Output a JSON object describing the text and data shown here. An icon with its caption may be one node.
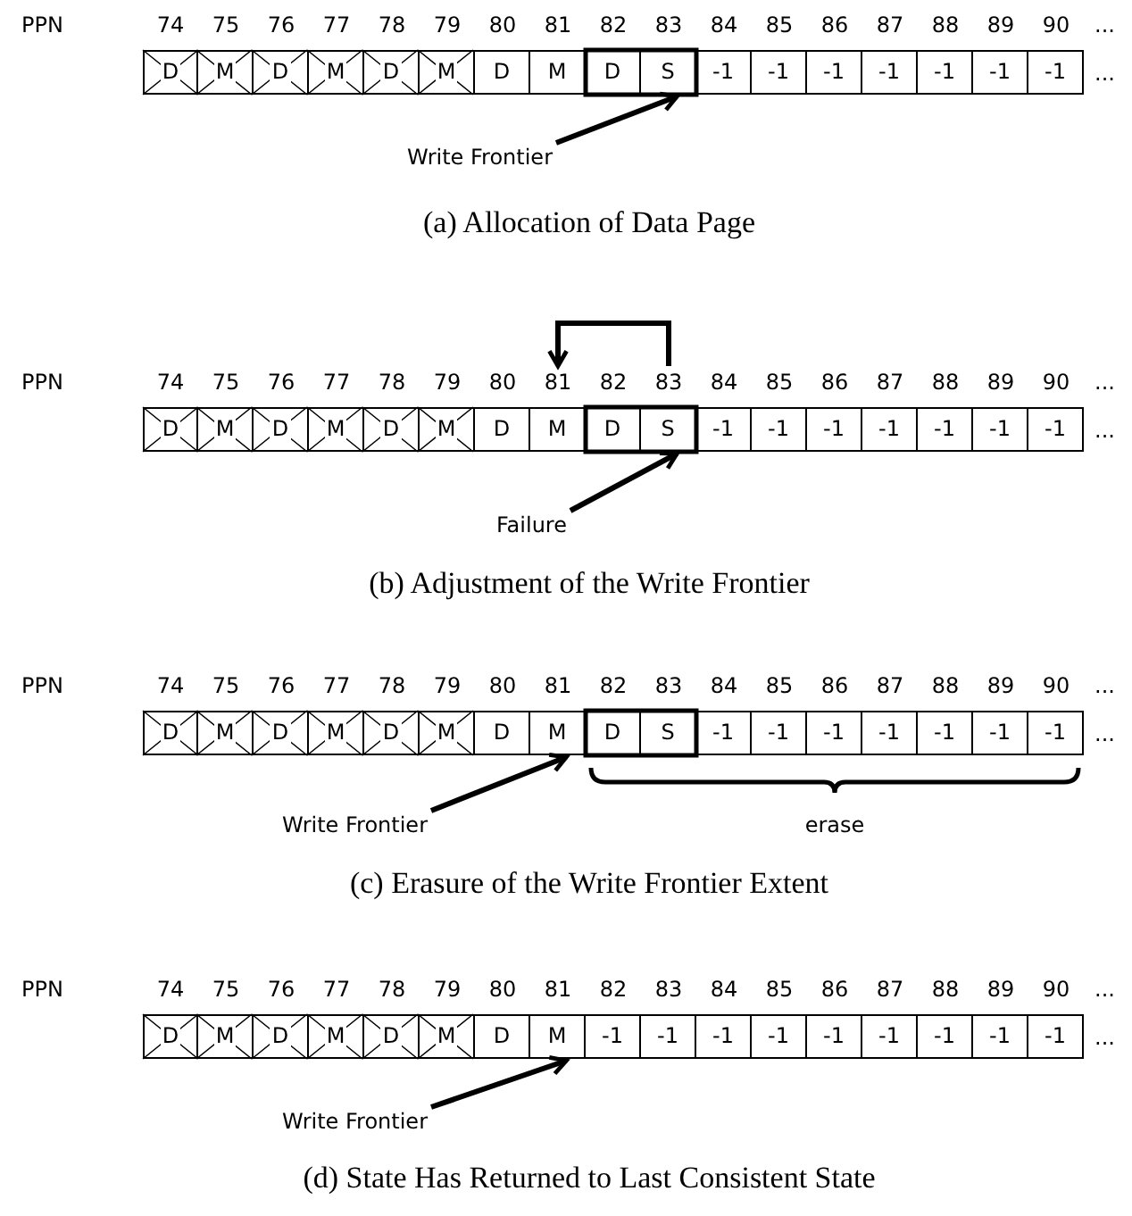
{
  "diagram": {
    "nodes": [
      {
        "text": [
          "74",
          "D"
        ]
      },
      {
        "text": [
          "75",
          "M"
        ]
      },
      {
        "text": [
          "76",
          "D"
        ]
      },
      {
        "text": [
          "77",
          "M"
        ]
      },
      {
        "text": [
          "78",
          "D"
        ]
      },
      {
        "text": [
          "79",
          "M"
        ]
      },
      {
        "text": [
          "80",
          "D"
        ]
      },
      {
        "text": [
          "81",
          "M"
        ]
      },
      {
        "text": [
          "82",
          "D"
        ]
      },
      {
        "text": [
          "83",
          "S"
        ]
      },
      {
        "text": [
          "84",
          "-1"
        ]
      },
      {
        "text": [
          "85",
          "-1"
        ]
      },
      {
        "text": [
          "86",
          "-1"
        ]
      },
      {
        "text": [
          "87",
          "-1"
        ]
      },
      {
        "text": [
          "88",
          "-1"
        ]
      },
      {
        "text": [
          "89",
          "-1"
        ]
      },
      {
        "text": [
          "90",
          "-1"
        ]
      },
      {
        "text": [
          "Write Frontier"
        ]
      },
      {
        "text": [
          "74",
          "D"
        ]
      },
      {
        "text": [
          "75",
          "M"
        ]
      },
      {
        "text": [
          "76",
          "D"
        ]
      },
      {
        "text": [
          "77",
          "M"
        ]
      },
      {
        "text": [
          "78",
          "D"
        ]
      },
      {
        "text": [
          "79",
          "M"
        ]
      },
      {
        "text": [
          "80",
          "D"
        ]
      },
      {
        "text": [
          "81",
          "M"
        ]
      },
      {
        "text": [
          "82",
          "D"
        ]
      },
      {
        "text": [
          "83",
          "S"
        ]
      },
      {
        "text": [
          "84",
          "-1"
        ]
      },
      {
        "text": [
          "85",
          "-1"
        ]
      },
      {
        "text": [
          "86",
          "-1"
        ]
      },
      {
        "text": [
          "87",
          "-1"
        ]
      },
      {
        "text": [
          "88",
          "-1"
        ]
      },
      {
        "text": [
          "89",
          "-1"
        ]
      },
      {
        "text": [
          "90",
          "-1"
        ]
      },
      {
        "text": [
          "Failure"
        ]
      },
      {
        "text": [
          "74",
          "D"
        ]
      },
      {
        "text": [
          "75",
          "M"
        ]
      },
      {
        "text": [
          "76",
          "D"
        ]
      },
      {
        "text": [
          "77",
          "M"
        ]
      },
      {
        "text": [
          "78",
          "D"
        ]
      },
      {
        "text": [
          "79",
          "M"
        ]
      },
      {
        "text": [
          "80",
          "D"
        ]
      },
      {
        "text": [
          "81",
          "M"
        ]
      },
      {
        "text": [
          "82",
          "D"
        ]
      },
      {
        "text": [
          "83",
          "S"
        ]
      },
      {
        "text": [
          "84",
          "-1"
        ]
      },
      {
        "text": [
          "85",
          "-1"
        ]
      },
      {
        "text": [
          "86",
          "-1"
        ]
      },
      {
        "text": [
          "87",
          "-1"
        ]
      },
      {
        "text": [
          "88",
          "-1"
        ]
      },
      {
        "text": [
          "89",
          "-1"
        ]
      },
      {
        "text": [
          "90",
          "-1"
        ]
      },
      {
        "text": [
          "Write Frontier"
        ]
      },
      {
        "text": [
          "74",
          "D"
        ]
      },
      {
        "text": [
          "75",
          "M"
        ]
      },
      {
        "text": [
          "76",
          "D"
        ]
      },
      {
        "text": [
          "77",
          "M"
        ]
      },
      {
        "text": [
          "78",
          "D"
        ]
      },
      {
        "text": [
          "79",
          "M"
        ]
      },
      {
        "text": [
          "80",
          "D"
        ]
      },
      {
        "text": [
          "81",
          "M"
        ]
      },
      {
        "text": [
          "82",
          "-1"
        ]
      },
      {
        "text": [
          "83",
          "-1"
        ]
      },
      {
        "text": [
          "84",
          "-1"
        ]
      },
      {
        "text": [
          "85",
          "-1"
        ]
      },
      {
        "text": [
          "86",
          "-1"
        ]
      },
      {
        "text": [
          "87",
          "-1"
        ]
      },
      {
        "text": [
          "88",
          "-1"
        ]
      },
      {
        "text": [
          "89",
          "-1"
        ]
      },
      {
        "text": [
          "90",
          "-1"
        ]
      },
      {
        "text": [
          "Write Frontier"
        ]
      }
    ],
    "edges": [
      {
        "from": 17,
        "to": 9,
        "arrow": "to"
      },
      {
        "from": 27,
        "to": 25,
        "arrow": "to"
      },
      {
        "from": 35,
        "to": 27,
        "arrow": "to"
      },
      {
        "from": 53,
        "to": 43,
        "arrow": "to"
      },
      {
        "from": 71,
        "to": 61,
        "arrow": "to"
      }
    ],
    "labels": [
      "PPN",
      "...",
      "...",
      "(a) Allocation of Data Page",
      "PPN",
      "...",
      "...",
      "(b) Adjustment of the Write Frontier",
      "PPN",
      "...",
      "...",
      "erase",
      "(c) Erasure of the Write Frontier Extent",
      "PPN",
      "...",
      "...",
      "(d) State Has Returned to Last Consistent State"
    ]
  }
}
